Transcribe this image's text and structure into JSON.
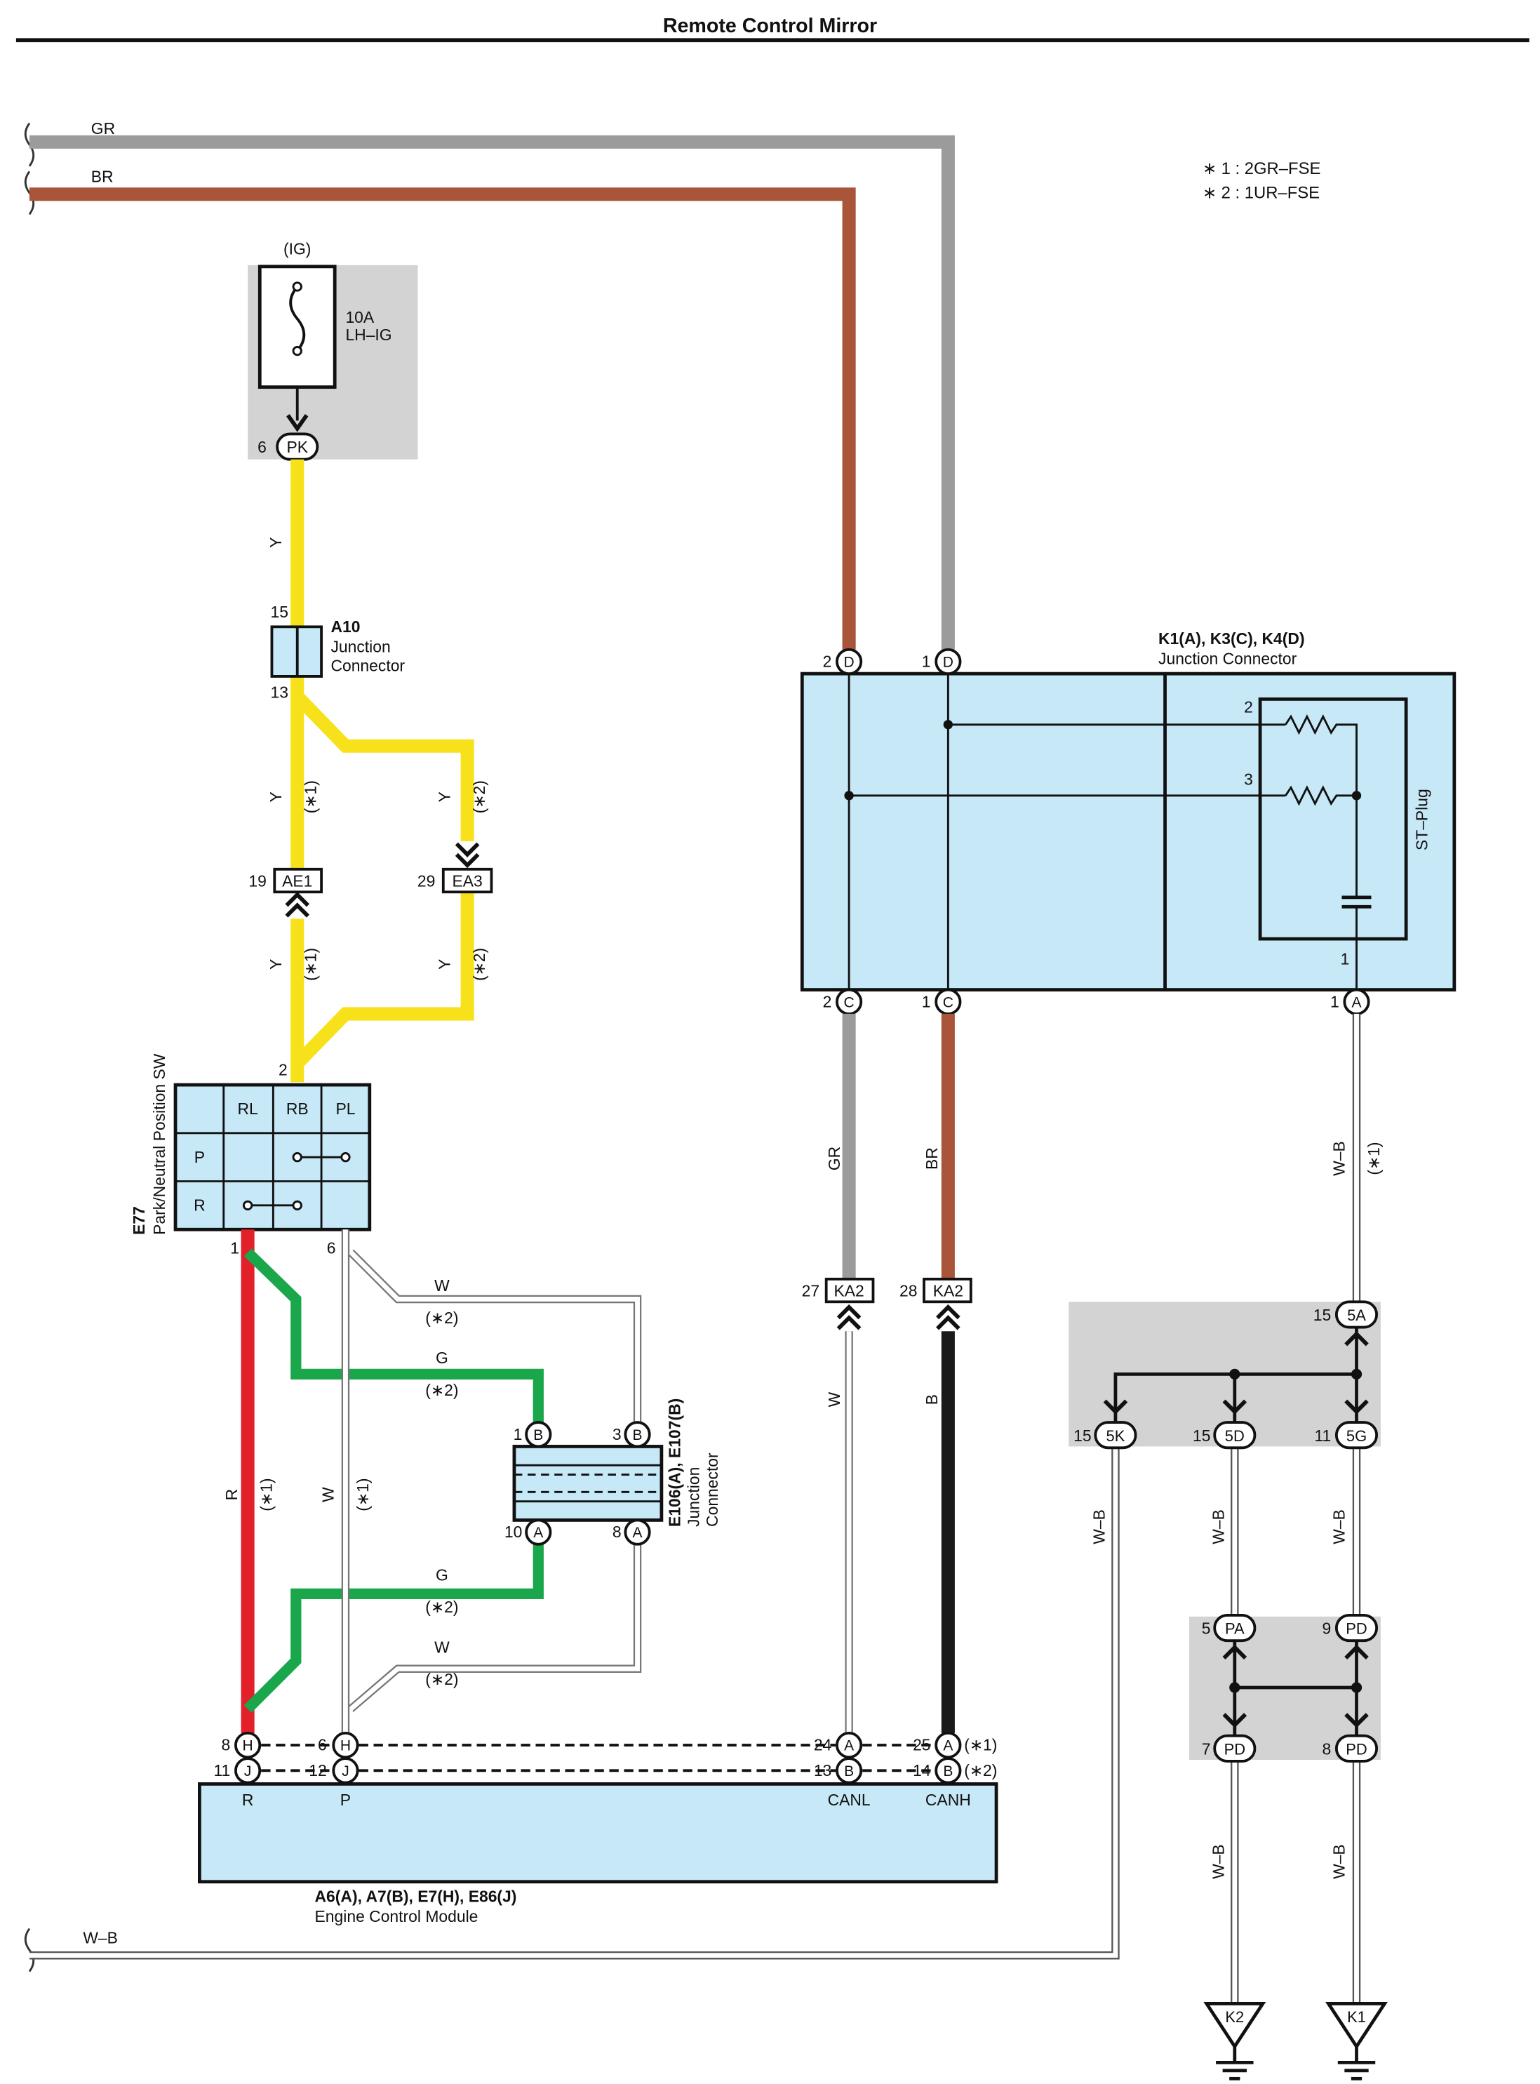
{
  "title": "Remote Control Mirror",
  "notes": {
    "n1": "∗ 1 : 2GR–FSE",
    "n2": "∗ 2 : 1UR–FSE"
  },
  "wires": {
    "gr": "GR",
    "br": "BR",
    "wb": "W–B",
    "y": "Y",
    "w": "W",
    "g": "G",
    "r": "R",
    "b": "B"
  },
  "tags": {
    "s1": "(∗1)",
    "s2": "(∗2)"
  },
  "fuse": {
    "ig": "(IG)",
    "rating": "10A",
    "name": "LH–IG",
    "pin": "6",
    "conn": "PK"
  },
  "a10": {
    "id": "A10",
    "l1": "Junction",
    "l2": "Connector",
    "pin_in": "15",
    "pin_out": "13"
  },
  "ae1": {
    "pin": "19",
    "id": "AE1"
  },
  "ea3": {
    "pin": "29",
    "id": "EA3"
  },
  "e77": {
    "id": "E77",
    "name": "Park/Neutral Position SW",
    "cols": [
      "RL",
      "RB",
      "PL"
    ],
    "rows": [
      "P",
      "R"
    ],
    "pin_top": "2",
    "pin_r": "1",
    "pin_p": "6"
  },
  "e106": {
    "id": "E106(A), E107(B)",
    "l1": "Junction",
    "l2": "Connector",
    "p1": "1",
    "p1c": "B",
    "p3": "3",
    "p3c": "B",
    "p10": "10",
    "p10c": "A",
    "p8": "8",
    "p8c": "A"
  },
  "k1": {
    "title": "K1(A), K3(C), K4(D)",
    "name": "Junction Connector",
    "top_pins": [
      {
        "n": "2",
        "c": "D"
      },
      {
        "n": "1",
        "c": "D"
      }
    ],
    "bot_pins": [
      {
        "n": "2",
        "c": "C"
      },
      {
        "n": "1",
        "c": "C"
      },
      {
        "n": "1",
        "c": "A"
      }
    ],
    "inner_pins": [
      "2",
      "3",
      "1"
    ],
    "stplug": "ST–Plug"
  },
  "ka2": {
    "pin27": "27",
    "pin28": "28",
    "id": "KA2"
  },
  "j5": {
    "p15a": "15",
    "c5a": "5A",
    "p15k": "15",
    "c5k": "5K",
    "p15d": "15",
    "c5d": "5D",
    "p11": "11",
    "c5g": "5G"
  },
  "jp": {
    "p5": "5",
    "cpa": "PA",
    "p9": "9",
    "cpd": "PD",
    "p7": "7",
    "p8": "8"
  },
  "grounds": {
    "k2": "K2",
    "k1": "K1"
  },
  "ecm": {
    "title": "A6(A), A7(B), E7(H), E86(J)",
    "name": "Engine Control Module",
    "lbl_r": "R",
    "lbl_p": "P",
    "lbl_canl": "CANL",
    "lbl_canh": "CANH",
    "pins": {
      "p8": "8",
      "c8": "H",
      "p6": "6",
      "c6": "H",
      "p11": "11",
      "c11": "J",
      "p12": "12",
      "c12": "J",
      "p24": "24",
      "c24": "A",
      "p25": "25",
      "c25": "A",
      "p13": "13",
      "c13": "B",
      "p14": "14",
      "c14": "B"
    }
  },
  "colors": {
    "gr": "#9b9b9b",
    "br": "#a9553a",
    "y": "#f6e11a",
    "g": "#1aa64a",
    "r": "#e3202a",
    "b": "#1a1a1a",
    "blue": "#c7e8f7",
    "shade": "#d3d3d3"
  }
}
